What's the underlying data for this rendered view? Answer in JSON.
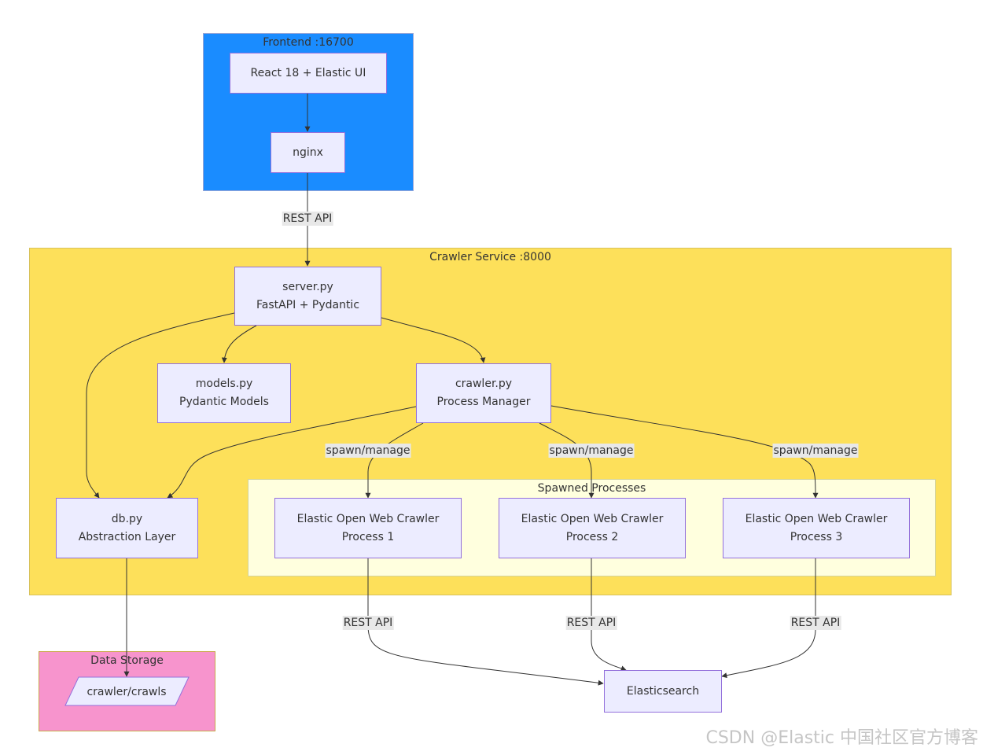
{
  "groups": {
    "frontend": "Frontend :16700",
    "crawler_service": "Crawler Service :8000",
    "spawned_processes": "Spawned Processes",
    "data_storage": "Data Storage"
  },
  "nodes": {
    "react": [
      "React 18 + Elastic UI"
    ],
    "nginx": [
      "nginx"
    ],
    "server": [
      "server.py",
      "FastAPI + Pydantic"
    ],
    "models": [
      "models.py",
      "Pydantic Models"
    ],
    "crawler": [
      "crawler.py",
      "Process Manager"
    ],
    "db": [
      "db.py",
      "Abstraction Layer"
    ],
    "process1": [
      "Elastic Open Web Crawler",
      "Process 1"
    ],
    "process2": [
      "Elastic Open Web Crawler",
      "Process 2"
    ],
    "process3": [
      "Elastic Open Web Crawler",
      "Process 3"
    ],
    "elasticsearch": [
      "Elasticsearch"
    ],
    "crawls": "crawler/crawls"
  },
  "edge_labels": {
    "rest_api": "REST API",
    "spawn_manage": "spawn/manage"
  },
  "edges": [
    {
      "from": "react",
      "to": "nginx"
    },
    {
      "from": "nginx",
      "to": "server",
      "label": "REST API"
    },
    {
      "from": "server",
      "to": "db"
    },
    {
      "from": "server",
      "to": "models"
    },
    {
      "from": "server",
      "to": "crawler"
    },
    {
      "from": "crawler",
      "to": "db"
    },
    {
      "from": "crawler",
      "to": "process1",
      "label": "spawn/manage"
    },
    {
      "from": "crawler",
      "to": "process2",
      "label": "spawn/manage"
    },
    {
      "from": "crawler",
      "to": "process3",
      "label": "spawn/manage"
    },
    {
      "from": "db",
      "to": "crawls"
    },
    {
      "from": "process1",
      "to": "elasticsearch",
      "label": "REST API"
    },
    {
      "from": "process2",
      "to": "elasticsearch",
      "label": "REST API"
    },
    {
      "from": "process3",
      "to": "elasticsearch",
      "label": "REST API"
    }
  ],
  "colors": {
    "frontend_bg": "#1a8cff",
    "crawler_bg": "#fde05a",
    "spawned_bg": "#ffffde",
    "storage_bg": "#f794cd",
    "node_bg": "#ececff",
    "node_border": "#9370db",
    "edge": "#333333",
    "label_bg": "#e8e8e8"
  },
  "watermark": "CSDN @Elastic 中国社区官方博客"
}
